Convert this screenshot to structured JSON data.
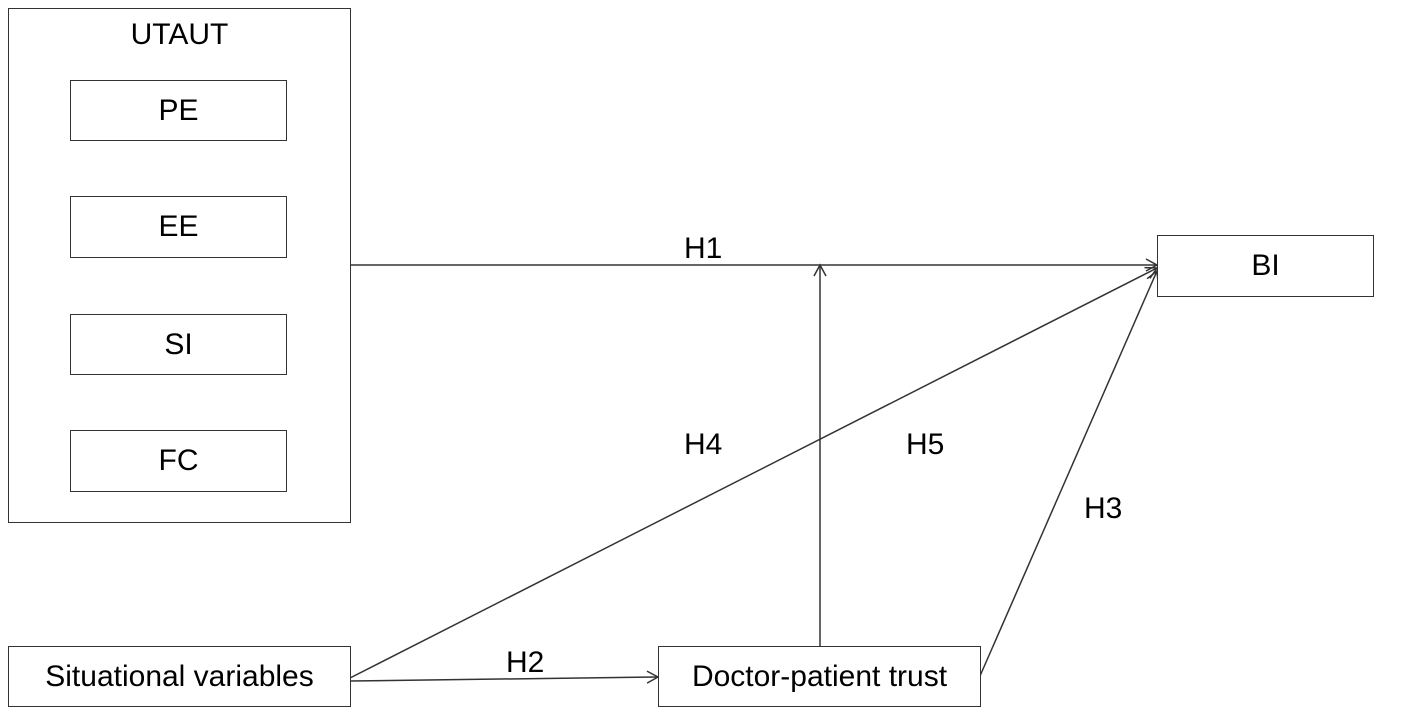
{
  "utaut": {
    "title": "UTAUT",
    "constructs": [
      "PE",
      "EE",
      "SI",
      "FC"
    ]
  },
  "nodes": {
    "bi": "BI",
    "situational": "Situational variables",
    "trust": "Doctor-patient trust"
  },
  "hypotheses": {
    "h1": "H1",
    "h2": "H2",
    "h3": "H3",
    "h4": "H4",
    "h5": "H5"
  },
  "colors": {
    "line": "#333333",
    "border": "#333333",
    "background": "#ffffff"
  }
}
